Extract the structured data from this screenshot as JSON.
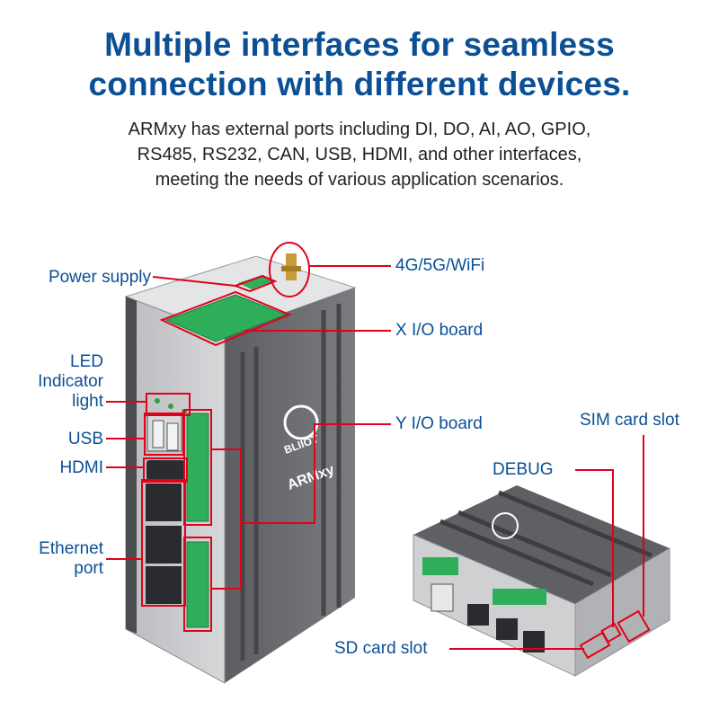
{
  "headline": {
    "line1": "Multiple interfaces for seamless",
    "line2": "connection with different devices."
  },
  "subtext": {
    "line1": "ARMxy has external ports including DI, DO, AI, AO, GPIO,",
    "line2": "RS485, RS232, CAN, USB, HDMI, and other interfaces,",
    "line3": "meeting the needs of various application scenarios."
  },
  "callouts": {
    "power_supply": "Power supply",
    "wireless": "4G/5G/WiFi",
    "x_io_board": "X I/O board",
    "led_line1": "LED",
    "led_line2": "Indicator",
    "led_line3": "light",
    "usb": "USB",
    "hdmi": "HDMI",
    "y_io_board": "Y I/O board",
    "ethernet_line1": "Ethernet",
    "ethernet_line2": "port",
    "sim_card_slot": "SIM card slot",
    "debug": "DEBUG",
    "sd_card_slot": "SD card slot"
  },
  "device": {
    "brand": "BLIIOT",
    "model": "ARMxy"
  },
  "colors": {
    "title": "#0b4f95",
    "callout_line": "#e3001b",
    "device_body": "#6b6d71",
    "terminal": "#2fae5a"
  }
}
